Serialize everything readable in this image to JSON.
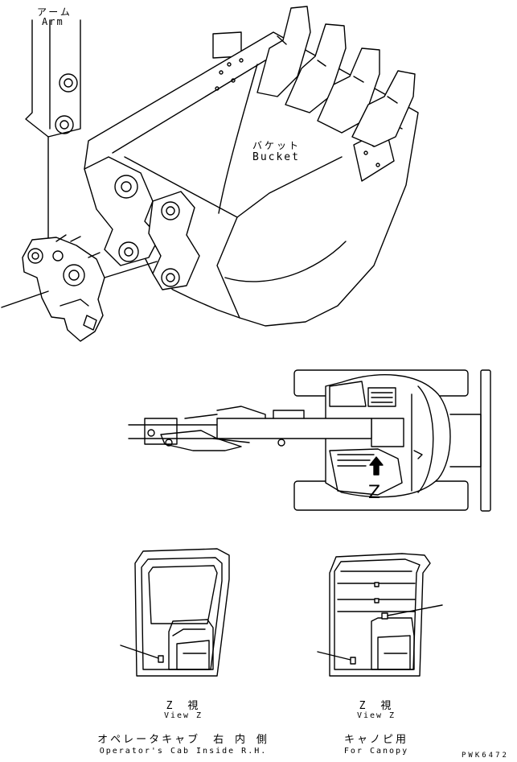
{
  "labels": {
    "arm_jp": "アーム",
    "arm_en": "Arm",
    "bucket_jp": "バケット",
    "bucket_en": "Bucket",
    "view_marker": "Z",
    "left_view_jp": "Z　視",
    "left_view_en": "View Z",
    "left_caption_jp": "オペレータキャブ　右 内 側",
    "left_caption_en": "Operator's Cab Inside R.H.",
    "right_view_jp": "Z　視",
    "right_view_en": "View Z",
    "right_caption_jp": "キャノピ用",
    "right_caption_en": "For Canopy",
    "drawing_code": "PWK6472"
  },
  "colors": {
    "line": "#000000",
    "fill": "#ffffff"
  }
}
